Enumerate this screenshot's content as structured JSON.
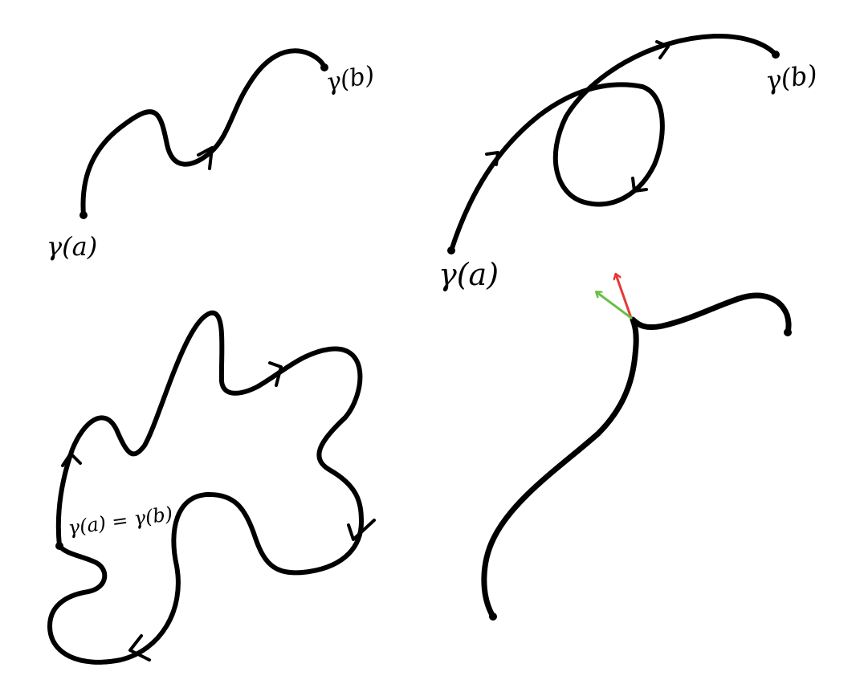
{
  "colors": {
    "ink": "#000000",
    "tangent_red": "#e53935",
    "tangent_green": "#6abf45",
    "background": "#ffffff"
  },
  "panels": {
    "simple_path": {
      "start_label": "γ(a)",
      "end_label": "γ(b)"
    },
    "self_intersecting_path": {
      "start_label": "γ(a)",
      "end_label": "γ(b)"
    },
    "closed_path": {
      "point_label": "γ(a) = γ(b)"
    },
    "corner_path": {
      "vectors": [
        "red-tangent-vector",
        "green-tangent-vector"
      ]
    }
  }
}
